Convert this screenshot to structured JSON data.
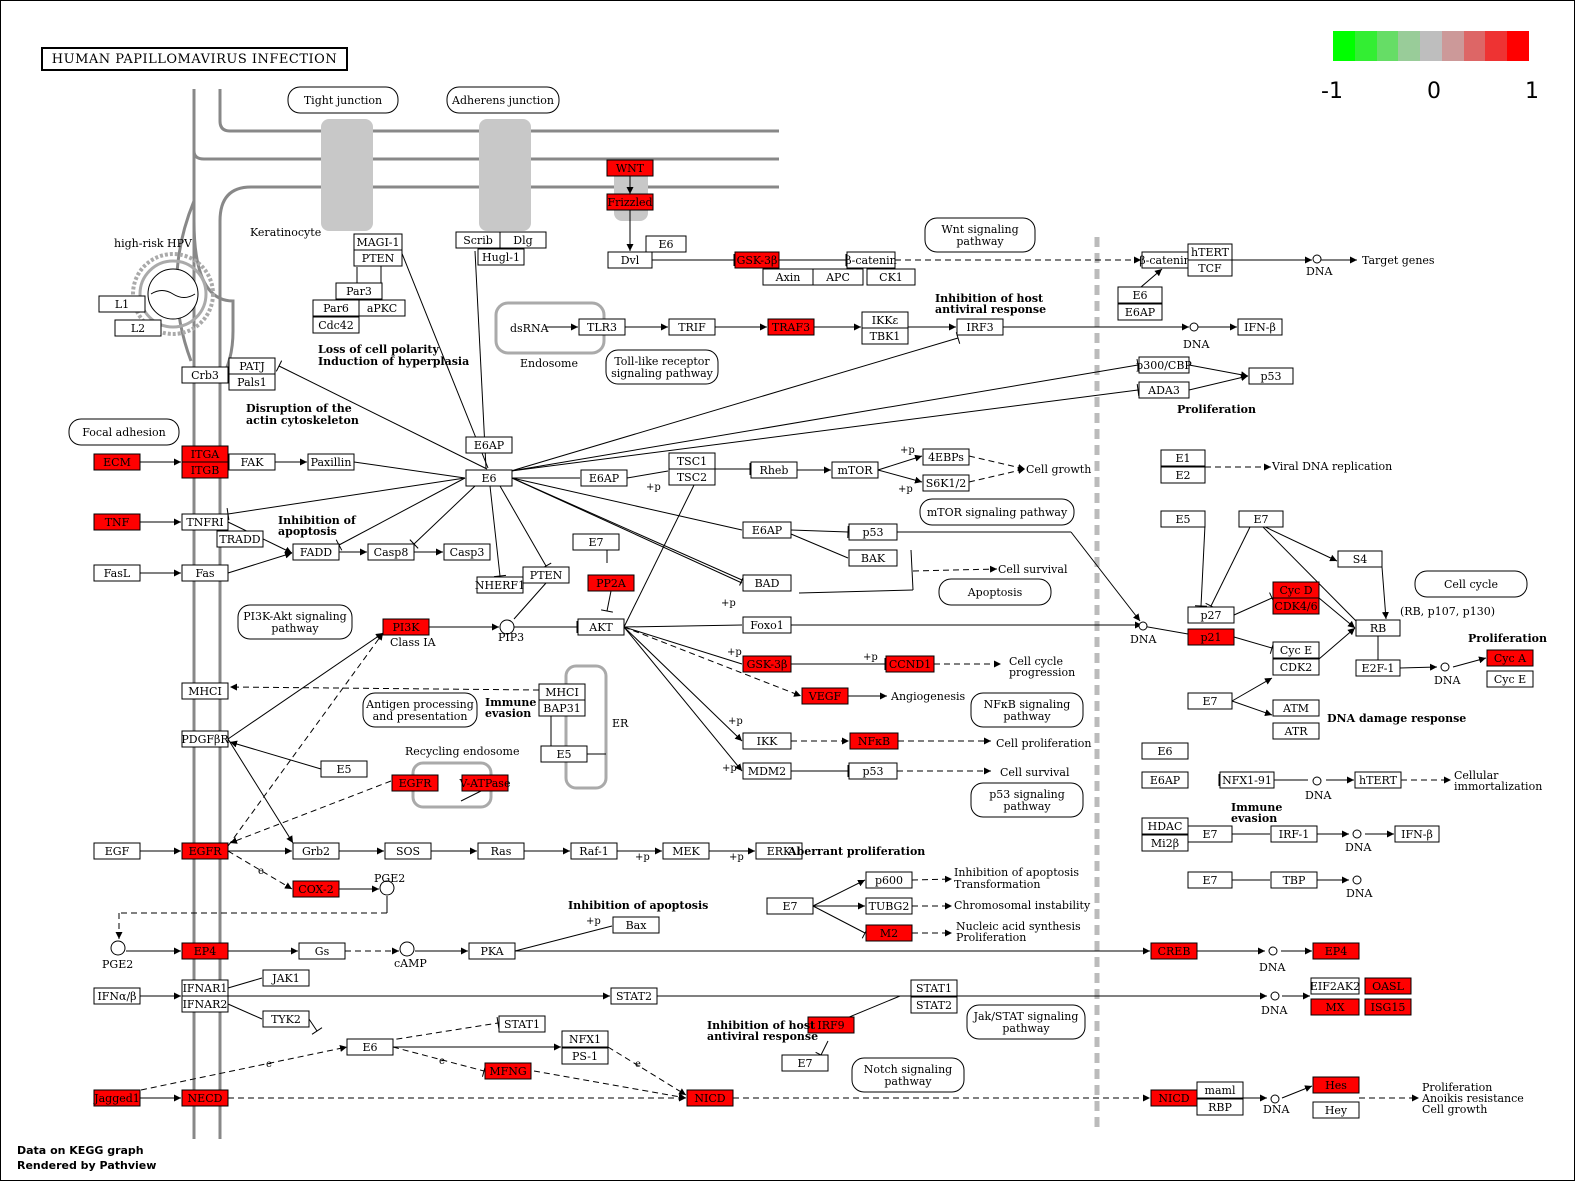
{
  "title": "HUMAN PAPILLOMAVIRUS INFECTION",
  "legend": {
    "colors": [
      "#00ff00",
      "#33ee33",
      "#66dd66",
      "#99cc99",
      "#bebebe",
      "#cc9999",
      "#dd6666",
      "#ee3333",
      "#ff0000"
    ],
    "ticks": [
      "-1",
      "0",
      "1"
    ]
  },
  "footer": {
    "line1": "Data on KEGG graph",
    "line2": "Rendered by Pathview"
  },
  "colors": {
    "upregulated": "#ff0000",
    "neutral": "#ffffff",
    "membrane": "#888888"
  },
  "genes": [
    {
      "id": "wnt",
      "label": "WNT",
      "up": true
    },
    {
      "id": "frizzled",
      "label": "Frizzled",
      "up": true
    },
    {
      "id": "dvl",
      "label": "Dvl",
      "up": false
    },
    {
      "id": "e6a",
      "label": "E6",
      "up": false
    },
    {
      "id": "gsk3b1",
      "label": "GSK-3β",
      "up": true
    },
    {
      "id": "bcat1",
      "label": "β-catenin",
      "up": false
    },
    {
      "id": "axin",
      "label": "Axin",
      "up": false
    },
    {
      "id": "apc",
      "label": "APC",
      "up": false
    },
    {
      "id": "ck1",
      "label": "CK1",
      "up": false
    },
    {
      "id": "bcat2",
      "label": "β-catenin",
      "up": false
    },
    {
      "id": "htert1",
      "label": "hTERT",
      "up": false
    },
    {
      "id": "tcf",
      "label": "TCF",
      "up": false
    },
    {
      "id": "e6b",
      "label": "E6",
      "up": false
    },
    {
      "id": "e6ap1",
      "label": "E6AP",
      "up": false
    },
    {
      "id": "magi1",
      "label": "MAGI-1",
      "up": false
    },
    {
      "id": "pten1",
      "label": "PTEN",
      "up": false
    },
    {
      "id": "scrib",
      "label": "Scrib",
      "up": false
    },
    {
      "id": "dlg",
      "label": "Dlg",
      "up": false
    },
    {
      "id": "hugl1",
      "label": "Hugl-1",
      "up": false
    },
    {
      "id": "par3",
      "label": "Par3",
      "up": false
    },
    {
      "id": "par6",
      "label": "Par6",
      "up": false
    },
    {
      "id": "apkc",
      "label": "aPKC",
      "up": false
    },
    {
      "id": "cdc42",
      "label": "Cdc42",
      "up": false
    },
    {
      "id": "l1",
      "label": "L1",
      "up": false
    },
    {
      "id": "l2",
      "label": "L2",
      "up": false
    },
    {
      "id": "tlr3",
      "label": "TLR3",
      "up": false
    },
    {
      "id": "trif",
      "label": "TRIF",
      "up": false
    },
    {
      "id": "traf3",
      "label": "TRAF3",
      "up": true
    },
    {
      "id": "ikke",
      "label": "IKKε",
      "up": false
    },
    {
      "id": "tbk1",
      "label": "TBK1",
      "up": false
    },
    {
      "id": "irf3",
      "label": "IRF3",
      "up": false
    },
    {
      "id": "ifnb1",
      "label": "IFN-β",
      "up": false
    },
    {
      "id": "p300",
      "label": "p300/CBP",
      "up": false
    },
    {
      "id": "ada3",
      "label": "ADA3",
      "up": false
    },
    {
      "id": "p53a",
      "label": "p53",
      "up": false
    },
    {
      "id": "crb3",
      "label": "Crb3",
      "up": false
    },
    {
      "id": "patj",
      "label": "PATJ",
      "up": false
    },
    {
      "id": "pals1",
      "label": "Pals1",
      "up": false
    },
    {
      "id": "e6ap2",
      "label": "E6AP",
      "up": false
    },
    {
      "id": "e6c",
      "label": "E6",
      "up": false
    },
    {
      "id": "ecm",
      "label": "ECM",
      "up": true
    },
    {
      "id": "itga",
      "label": "ITGA",
      "up": true
    },
    {
      "id": "itgb",
      "label": "ITGB",
      "up": true
    },
    {
      "id": "fak",
      "label": "FAK",
      "up": false
    },
    {
      "id": "paxillin",
      "label": "Paxillin",
      "up": false
    },
    {
      "id": "e6ap3",
      "label": "E6AP",
      "up": false
    },
    {
      "id": "tsc1",
      "label": "TSC1",
      "up": false
    },
    {
      "id": "tsc2",
      "label": "TSC2",
      "up": false
    },
    {
      "id": "rheb",
      "label": "Rheb",
      "up": false
    },
    {
      "id": "mtor",
      "label": "mTOR",
      "up": false
    },
    {
      "id": "ebp",
      "label": "4EBPs",
      "up": false
    },
    {
      "id": "s6k",
      "label": "S6K1/2",
      "up": false
    },
    {
      "id": "e1",
      "label": "E1",
      "up": false
    },
    {
      "id": "e2",
      "label": "E2",
      "up": false
    },
    {
      "id": "tnf",
      "label": "TNF",
      "up": true
    },
    {
      "id": "tnfr1",
      "label": "TNFRI",
      "up": false
    },
    {
      "id": "tradd",
      "label": "TRADD",
      "up": false
    },
    {
      "id": "fadd",
      "label": "FADD",
      "up": false
    },
    {
      "id": "casp8",
      "label": "Casp8",
      "up": false
    },
    {
      "id": "casp3",
      "label": "Casp3",
      "up": false
    },
    {
      "id": "e6ap4",
      "label": "E6AP",
      "up": false
    },
    {
      "id": "p53b",
      "label": "p53",
      "up": false
    },
    {
      "id": "bak",
      "label": "BAK",
      "up": false
    },
    {
      "id": "e5a",
      "label": "E5",
      "up": false
    },
    {
      "id": "e7a",
      "label": "E7",
      "up": false
    },
    {
      "id": "s4",
      "label": "S4",
      "up": false
    },
    {
      "id": "fasl",
      "label": "FasL",
      "up": false
    },
    {
      "id": "fas",
      "label": "Fas",
      "up": false
    },
    {
      "id": "nherf1",
      "label": "NHERF1",
      "up": false
    },
    {
      "id": "pten2",
      "label": "PTEN",
      "up": false
    },
    {
      "id": "e7b",
      "label": "E7",
      "up": false
    },
    {
      "id": "pp2a",
      "label": "PP2A",
      "up": true
    },
    {
      "id": "bad",
      "label": "BAD",
      "up": false
    },
    {
      "id": "cycd",
      "label": "Cyc D",
      "up": true
    },
    {
      "id": "cdk46",
      "label": "CDK4/6",
      "up": true
    },
    {
      "id": "p27",
      "label": "p27",
      "up": false
    },
    {
      "id": "p21",
      "label": "p21",
      "up": true
    },
    {
      "id": "rb",
      "label": "RB",
      "up": false
    },
    {
      "id": "pi3k",
      "label": "PI3K",
      "up": true
    },
    {
      "id": "akt",
      "label": "AKT",
      "up": false
    },
    {
      "id": "foxo1",
      "label": "Foxo1",
      "up": false
    },
    {
      "id": "cyce1",
      "label": "Cyc E",
      "up": false
    },
    {
      "id": "cdk2",
      "label": "CDK2",
      "up": false
    },
    {
      "id": "e2f1",
      "label": "E2F-1",
      "up": false
    },
    {
      "id": "cyca",
      "label": "Cyc A",
      "up": true
    },
    {
      "id": "cyce2",
      "label": "Cyc E",
      "up": false
    },
    {
      "id": "gsk3b2",
      "label": "GSK-3β",
      "up": true
    },
    {
      "id": "ccnd1",
      "label": "CCND1",
      "up": true
    },
    {
      "id": "mhci1",
      "label": "MHCI",
      "up": false
    },
    {
      "id": "mhci2",
      "label": "MHCI",
      "up": false
    },
    {
      "id": "bap31",
      "label": "BAP31",
      "up": false
    },
    {
      "id": "vegf",
      "label": "VEGF",
      "up": true
    },
    {
      "id": "e7c",
      "label": "E7",
      "up": false
    },
    {
      "id": "atm",
      "label": "ATM",
      "up": false
    },
    {
      "id": "atr",
      "label": "ATR",
      "up": false
    },
    {
      "id": "pdgfbr",
      "label": "PDGFβR",
      "up": false
    },
    {
      "id": "ikk",
      "label": "IKK",
      "up": false
    },
    {
      "id": "nfkb",
      "label": "NFκB",
      "up": true
    },
    {
      "id": "e5b",
      "label": "E5",
      "up": false
    },
    {
      "id": "e6d",
      "label": "E6",
      "up": false
    },
    {
      "id": "e6ap5",
      "label": "E6AP",
      "up": false
    },
    {
      "id": "nfx191",
      "label": "NFX1-91",
      "up": false
    },
    {
      "id": "htert2",
      "label": "hTERT",
      "up": false
    },
    {
      "id": "e5c",
      "label": "E5",
      "up": false
    },
    {
      "id": "egfr1",
      "label": "EGFR",
      "up": true
    },
    {
      "id": "vatpase",
      "label": "V-ATPase",
      "up": true
    },
    {
      "id": "mdm2",
      "label": "MDM2",
      "up": false
    },
    {
      "id": "p53c",
      "label": "p53",
      "up": false
    },
    {
      "id": "hdac",
      "label": "HDAC",
      "up": false
    },
    {
      "id": "mi2b",
      "label": "Mi2β",
      "up": false
    },
    {
      "id": "e7d",
      "label": "E7",
      "up": false
    },
    {
      "id": "irf1",
      "label": "IRF-1",
      "up": false
    },
    {
      "id": "ifnb2",
      "label": "IFN-β",
      "up": false
    },
    {
      "id": "egf",
      "label": "EGF",
      "up": false
    },
    {
      "id": "egfr2",
      "label": "EGFR",
      "up": true
    },
    {
      "id": "grb2",
      "label": "Grb2",
      "up": false
    },
    {
      "id": "sos",
      "label": "SOS",
      "up": false
    },
    {
      "id": "ras",
      "label": "Ras",
      "up": false
    },
    {
      "id": "raf1",
      "label": "Raf-1",
      "up": false
    },
    {
      "id": "mek",
      "label": "MEK",
      "up": false
    },
    {
      "id": "erk",
      "label": "ERK",
      "up": false
    },
    {
      "id": "cox2",
      "label": "COX-2",
      "up": true
    },
    {
      "id": "e7e",
      "label": "E7",
      "up": false
    },
    {
      "id": "p600",
      "label": "p600",
      "up": false
    },
    {
      "id": "tubg2",
      "label": "TUBG2",
      "up": false
    },
    {
      "id": "m2",
      "label": "M2",
      "up": true
    },
    {
      "id": "e7f",
      "label": "E7",
      "up": false
    },
    {
      "id": "tbp",
      "label": "TBP",
      "up": false
    },
    {
      "id": "bax",
      "label": "Bax",
      "up": false
    },
    {
      "id": "ep4a",
      "label": "EP4",
      "up": true
    },
    {
      "id": "gs",
      "label": "Gs",
      "up": false
    },
    {
      "id": "pka",
      "label": "PKA",
      "up": false
    },
    {
      "id": "creb",
      "label": "CREB",
      "up": true
    },
    {
      "id": "ep4b",
      "label": "EP4",
      "up": true
    },
    {
      "id": "ifnab",
      "label": "IFNα/β",
      "up": false
    },
    {
      "id": "ifnar1",
      "label": "IFNAR1",
      "up": false
    },
    {
      "id": "ifnar2",
      "label": "IFNAR2",
      "up": false
    },
    {
      "id": "jak1",
      "label": "JAK1",
      "up": false
    },
    {
      "id": "tyk2",
      "label": "TYK2",
      "up": false
    },
    {
      "id": "stat2a",
      "label": "STAT2",
      "up": false
    },
    {
      "id": "stat1a",
      "label": "STAT1",
      "up": false
    },
    {
      "id": "stat1b",
      "label": "STAT1",
      "up": false
    },
    {
      "id": "stat2b",
      "label": "STAT2",
      "up": false
    },
    {
      "id": "eif2ak2",
      "label": "EIF2AK2",
      "up": false
    },
    {
      "id": "oasl",
      "label": "OASL",
      "up": true
    },
    {
      "id": "mx",
      "label": "MX",
      "up": true
    },
    {
      "id": "isg15",
      "label": "ISG15",
      "up": true
    },
    {
      "id": "e6e",
      "label": "E6",
      "up": false
    },
    {
      "id": "nfx1",
      "label": "NFX1",
      "up": false
    },
    {
      "id": "ps1",
      "label": "PS-1",
      "up": false
    },
    {
      "id": "irf9",
      "label": "IRF9",
      "up": true
    },
    {
      "id": "e7g",
      "label": "E7",
      "up": false
    },
    {
      "id": "mfng",
      "label": "MFNG",
      "up": true
    },
    {
      "id": "jagged1",
      "label": "Jagged1",
      "up": true
    },
    {
      "id": "necd",
      "label": "NECD",
      "up": true
    },
    {
      "id": "nicd1",
      "label": "NICD",
      "up": true
    },
    {
      "id": "nicd2",
      "label": "NICD",
      "up": true
    },
    {
      "id": "maml",
      "label": "maml",
      "up": false
    },
    {
      "id": "rbp",
      "label": "RBP",
      "up": false
    },
    {
      "id": "hes",
      "label": "Hes",
      "up": true
    },
    {
      "id": "hey",
      "label": "Hey",
      "up": false
    }
  ],
  "pathways": [
    {
      "id": "tight",
      "label": "Tight junction"
    },
    {
      "id": "adherens",
      "label": "Adherens junction"
    },
    {
      "id": "wnt",
      "label": "Wnt signaling pathway"
    },
    {
      "id": "tlr",
      "label": "Toll-like receptor signaling pathway"
    },
    {
      "id": "focal",
      "label": "Focal adhesion"
    },
    {
      "id": "mtor",
      "label": "mTOR signaling pathway"
    },
    {
      "id": "apoptosis",
      "label": "Apoptosis"
    },
    {
      "id": "cellcycle",
      "label": "Cell cycle"
    },
    {
      "id": "pi3k",
      "label": "PI3K-Akt signaling pathway"
    },
    {
      "id": "antigen",
      "label": "Antigen processing and presentation"
    },
    {
      "id": "nfkb",
      "label": "NFκB signaling pathway"
    },
    {
      "id": "p53",
      "label": "p53 signaling pathway"
    },
    {
      "id": "jakstat",
      "label": "Jak/STAT signaling pathway"
    },
    {
      "id": "notch",
      "label": "Notch signaling pathway"
    }
  ],
  "labels": [
    {
      "id": "high_risk_hpv",
      "text": "high-risk HPV"
    },
    {
      "id": "keratinocyte",
      "text": "Keratinocyte"
    },
    {
      "id": "endosome",
      "text": "Endosome"
    },
    {
      "id": "dsrna",
      "text": "dsRNA"
    },
    {
      "id": "recycling",
      "text": "Recycling endosome"
    },
    {
      "id": "er",
      "text": "ER"
    },
    {
      "id": "target_genes",
      "text": "Target genes"
    },
    {
      "id": "viral_dna",
      "text": "Viral DNA replication"
    },
    {
      "id": "cell_growth",
      "text": "Cell growth"
    },
    {
      "id": "cell_survival1",
      "text": "Cell survival"
    },
    {
      "id": "cell_survival2",
      "text": "Cell survival"
    },
    {
      "id": "cc_prog1",
      "text": "Cell cycle"
    },
    {
      "id": "cc_prog2",
      "text": "progression"
    },
    {
      "id": "angio",
      "text": "Angiogenesis"
    },
    {
      "id": "cell_prolif",
      "text": "Cell proliferation"
    },
    {
      "id": "cell_imm1",
      "text": "Cellular"
    },
    {
      "id": "cell_imm2",
      "text": "immortalization"
    },
    {
      "id": "inh_apo_tr1",
      "text": "Inhibition of apoptosis"
    },
    {
      "id": "inh_apo_tr2",
      "text": "Transformation"
    },
    {
      "id": "chrom",
      "text": "Chromosomal instability"
    },
    {
      "id": "nucleic1",
      "text": "Nucleic acid synthesis"
    },
    {
      "id": "nucleic2",
      "text": "Proliferation"
    },
    {
      "id": "prolif_end1",
      "text": "Proliferation"
    },
    {
      "id": "prolif_end2",
      "text": "Anoikis resistance"
    },
    {
      "id": "prolif_end3",
      "text": "Cell growth"
    },
    {
      "id": "rb_family",
      "text": "(RB, p107, p130)"
    },
    {
      "id": "classia",
      "text": "Class IA"
    },
    {
      "id": "pip3",
      "text": "PIP3"
    },
    {
      "id": "pge2a",
      "text": "PGE2"
    },
    {
      "id": "pge2b",
      "text": "PGE2"
    },
    {
      "id": "camp",
      "text": "cAMP"
    },
    {
      "id": "dna",
      "text": "DNA"
    },
    {
      "id": "plusp",
      "text": "+p"
    },
    {
      "id": "eminus",
      "text": "e"
    }
  ],
  "bold_labels": [
    {
      "id": "b1a",
      "text": "Loss of cell polarity"
    },
    {
      "id": "b1b",
      "text": "Induction of hyperplasia"
    },
    {
      "id": "b2a",
      "text": "Disruption of the"
    },
    {
      "id": "b2b",
      "text": "actin cytoskeleton"
    },
    {
      "id": "b3a",
      "text": "Inhibition of host"
    },
    {
      "id": "b3b",
      "text": "antiviral response"
    },
    {
      "id": "b4",
      "text": "Proliferation"
    },
    {
      "id": "b5a",
      "text": "Inhibition of"
    },
    {
      "id": "b5b",
      "text": "apoptosis"
    },
    {
      "id": "b6",
      "text": "Proliferation"
    },
    {
      "id": "b7a",
      "text": "Immune"
    },
    {
      "id": "b7b",
      "text": "evasion"
    },
    {
      "id": "b8",
      "text": "DNA damage response"
    },
    {
      "id": "b9a",
      "text": "Immune"
    },
    {
      "id": "b9b",
      "text": "evasion"
    },
    {
      "id": "b10",
      "text": "Aberrant proliferation"
    },
    {
      "id": "b11",
      "text": "Inhibition of apoptosis"
    },
    {
      "id": "b12a",
      "text": "Inhibition of host"
    },
    {
      "id": "b12b",
      "text": "antiviral response"
    }
  ]
}
